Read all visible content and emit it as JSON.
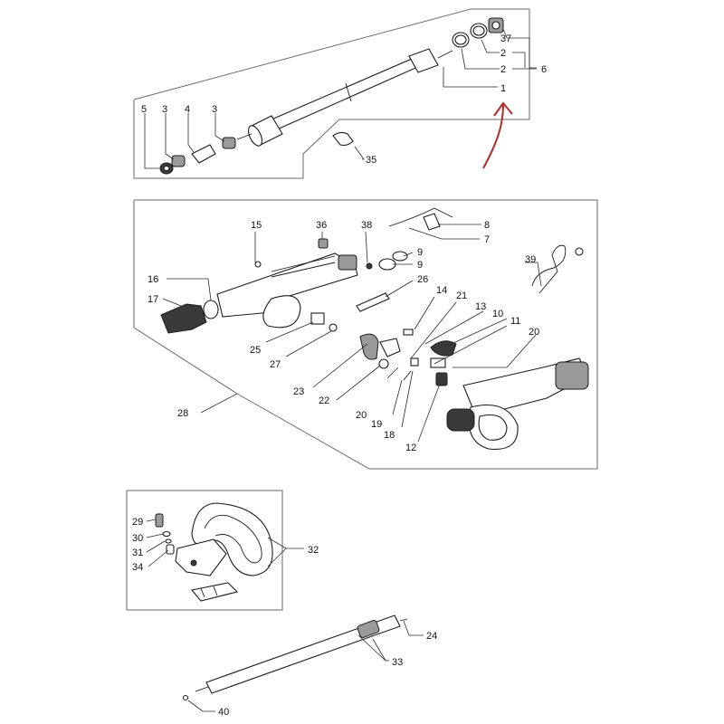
{
  "colors": {
    "accent_arrow": "#b52a2a",
    "line": "#1c1c1c",
    "frame": "#6a6a6a"
  },
  "callouts": {
    "c1": "1",
    "c2a": "2",
    "c2b": "2",
    "c3a": "3",
    "c3b": "3",
    "c4": "4",
    "c5": "5",
    "c6": "6",
    "c7": "7",
    "c8": "8",
    "c9a": "9",
    "c9b": "9",
    "c10": "10",
    "c11": "11",
    "c12": "12",
    "c13": "13",
    "c14": "14",
    "c15": "15",
    "c16": "16",
    "c17": "17",
    "c18": "18",
    "c19": "19",
    "c20a": "20",
    "c20b": "20",
    "c21": "21",
    "c22": "22",
    "c23": "23",
    "c24": "24",
    "c25": "25",
    "c26": "26",
    "c27": "27",
    "c28": "28",
    "c29": "29",
    "c30": "30",
    "c31": "31",
    "c32": "32",
    "c33": "33",
    "c34": "34",
    "c35": "35",
    "c36": "36",
    "c37": "37",
    "c38": "38",
    "c39": "39",
    "c40": "40"
  }
}
